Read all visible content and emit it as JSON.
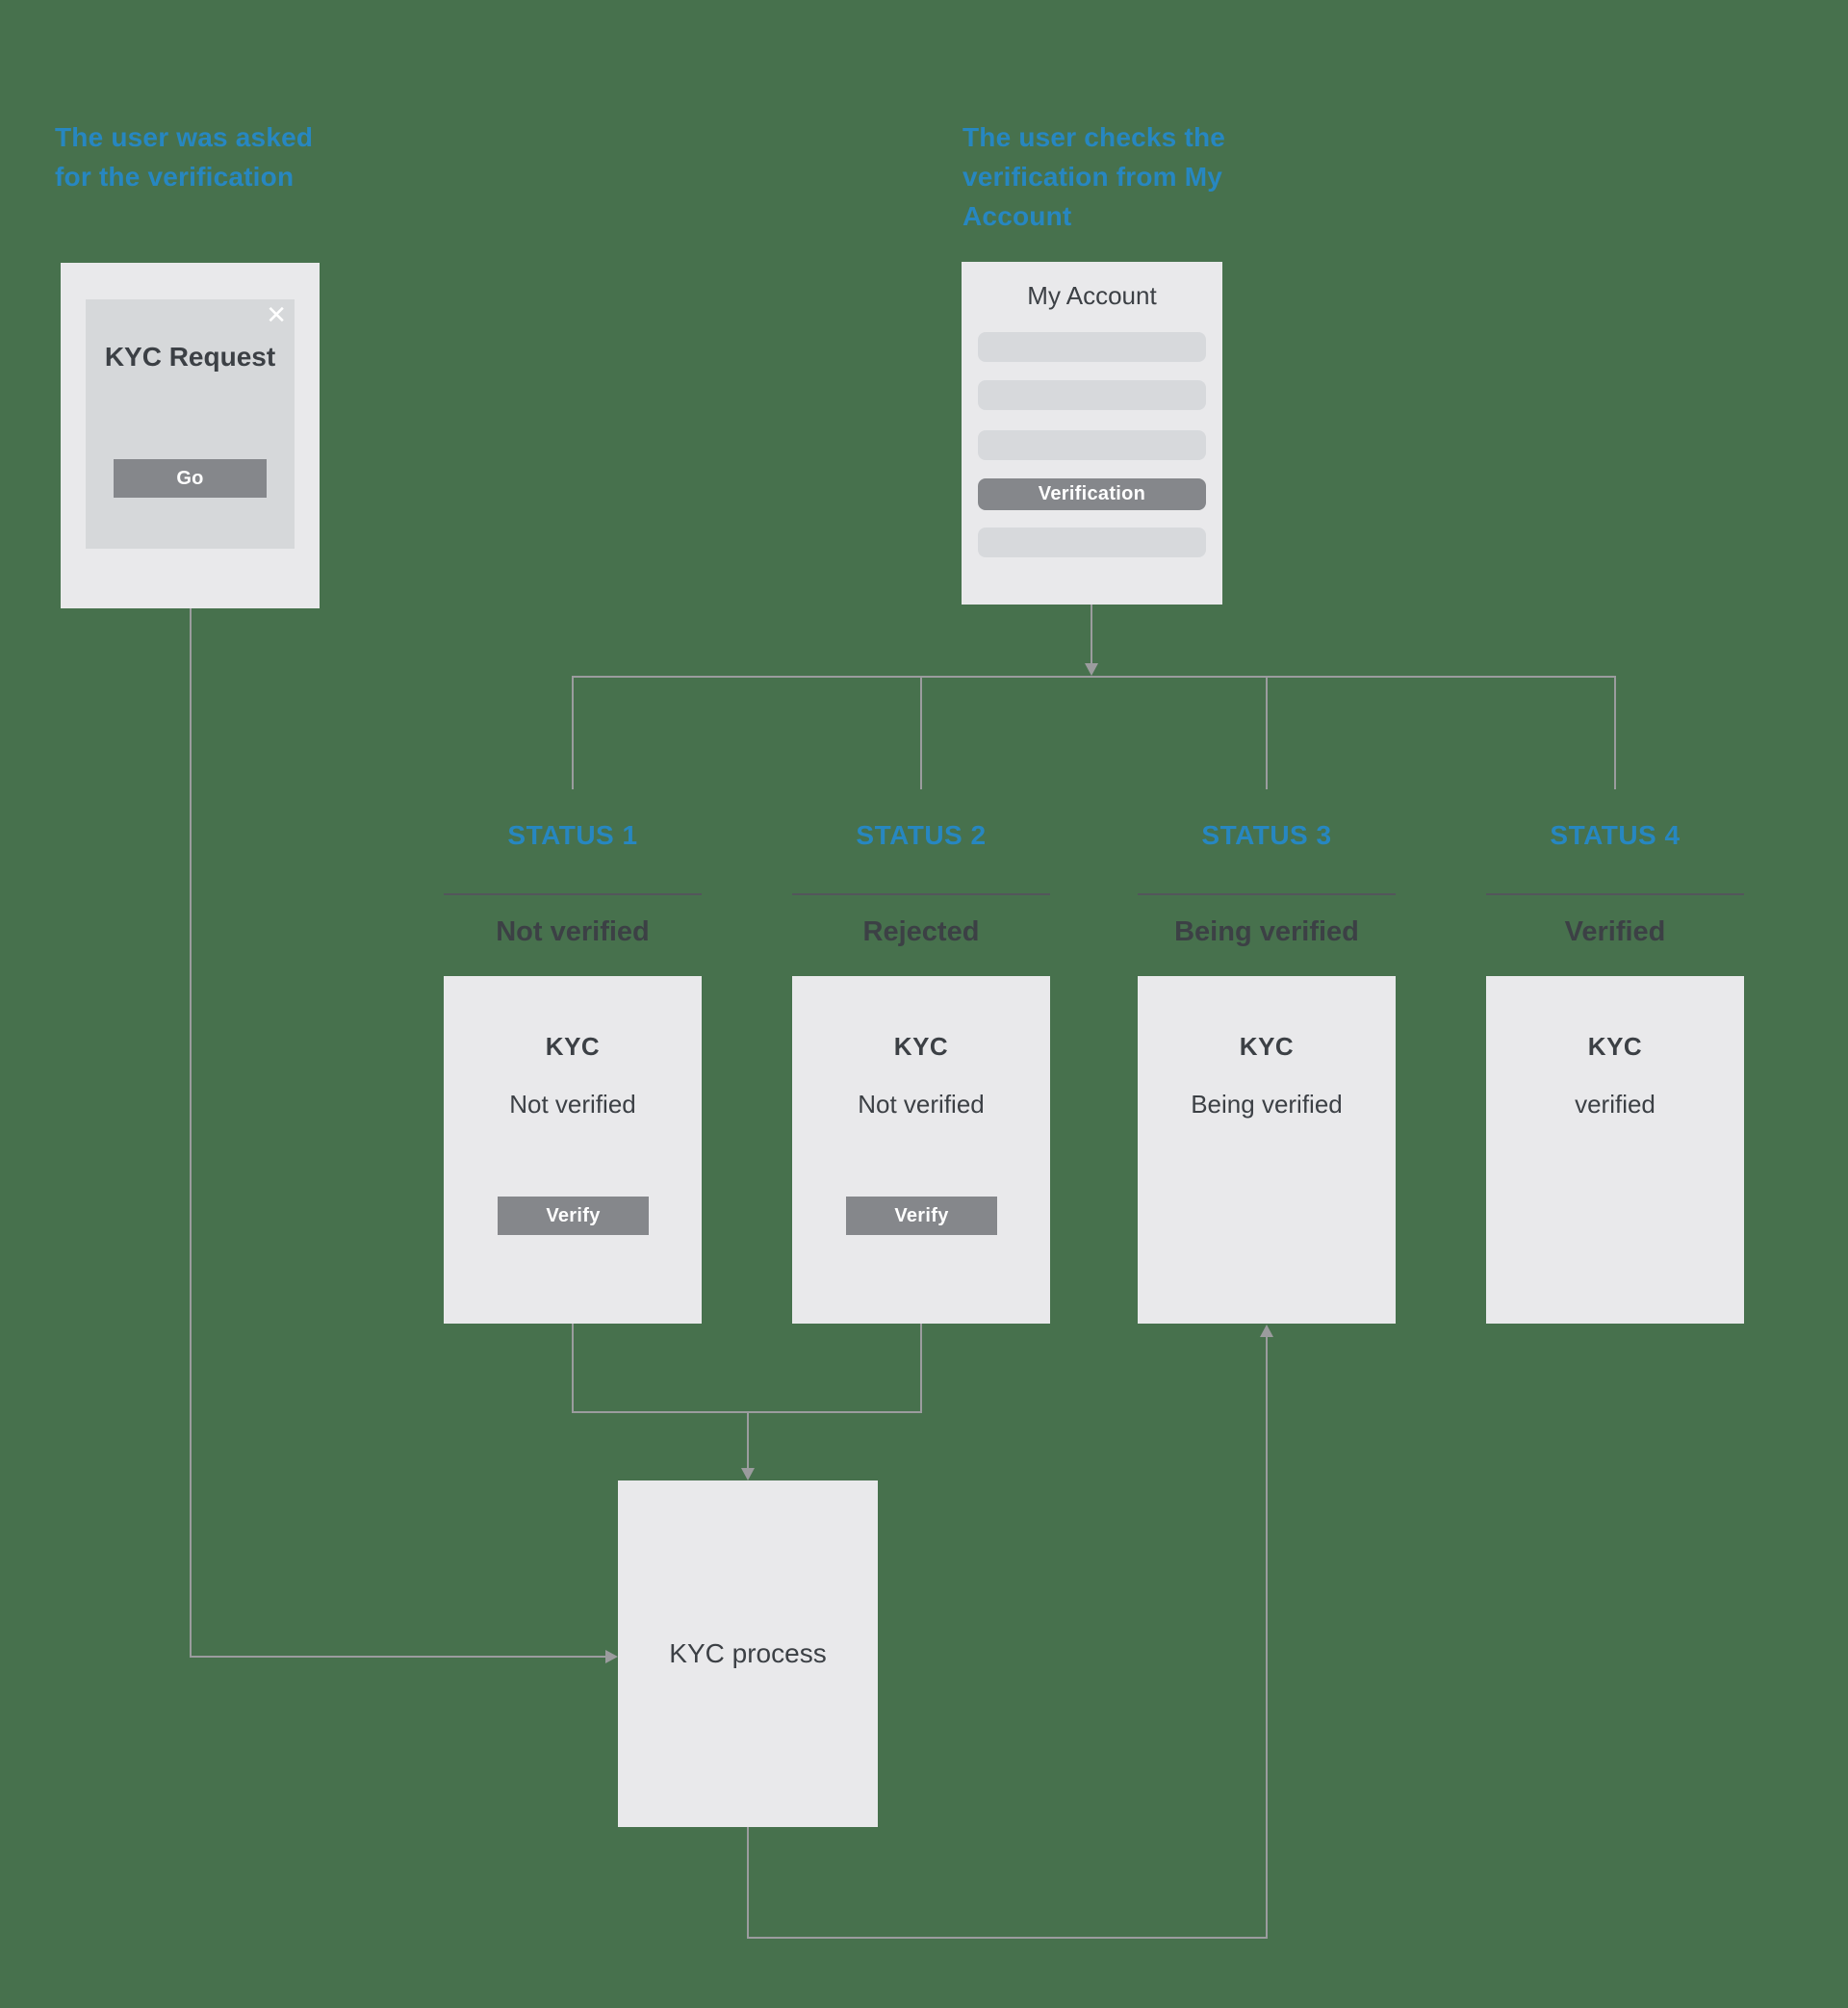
{
  "colors": {
    "background": "#47714d",
    "accent_blue": "#2787c1",
    "dark_text": "#3c4045",
    "button_gray": "#85878b",
    "card_bg": "#e9e9eb",
    "modal_bg": "#d6d8da",
    "placeholder_bg": "#d7d9dc",
    "connector": "#9b9c9e"
  },
  "annotations": {
    "ask": "The user was asked\nfor the verification",
    "check": "The user checks the\nverification from My\nAccount"
  },
  "kyc_request": {
    "title": "KYC Request",
    "go_label": "Go",
    "close_icon": "✕"
  },
  "my_account": {
    "title": "My Account",
    "verification_label": "Verification"
  },
  "statuses": [
    {
      "label": "STATUS 1",
      "name": "Not verified",
      "card_title": "KYC",
      "card_status": "Not verified",
      "button_label": "Verify"
    },
    {
      "label": "STATUS 2",
      "name": "Rejected",
      "card_title": "KYC",
      "card_status": "Not verified",
      "button_label": "Verify"
    },
    {
      "label": "STATUS 3",
      "name": "Being verified",
      "card_title": "KYC",
      "card_status": "Being verified"
    },
    {
      "label": "STATUS 4",
      "name": "Verified",
      "card_title": "KYC",
      "card_status": "verified"
    }
  ],
  "process": {
    "label": "KYC process"
  }
}
